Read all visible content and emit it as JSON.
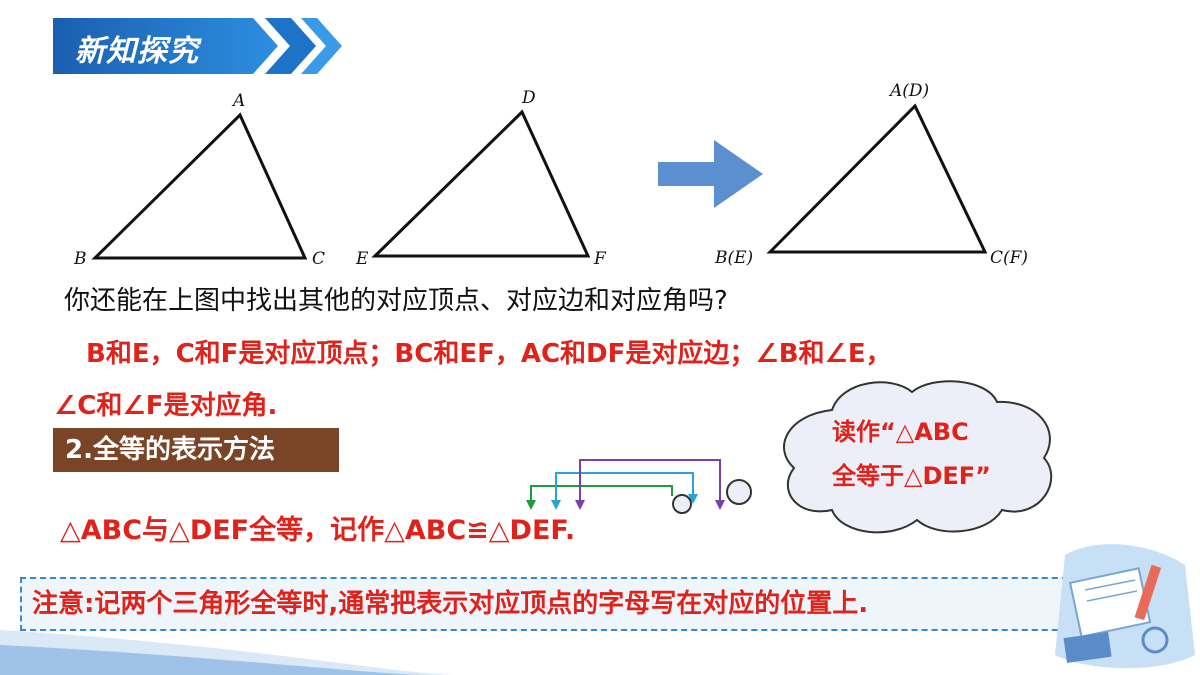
{
  "banner": {
    "title": "新知探究",
    "color": "#1d73c8"
  },
  "figure": {
    "triangle1": {
      "top": "A",
      "left": "B",
      "right": "C"
    },
    "triangle2": {
      "top": "D",
      "left": "E",
      "right": "F"
    },
    "triangle3": {
      "top": "A(D)",
      "left": "B(E)",
      "right": "C(F)"
    },
    "arrow_color": "#5b8fd0"
  },
  "question": "你还能在上图中找出其他的对应顶点、对应边和对应角吗?",
  "answer": {
    "line1": "B和E，C和F是对应顶点；BC和EF，AC和DF是对应边；∠B和∠E，",
    "line2": "∠C和∠F是对应角."
  },
  "section_title": "2.全等的表示方法",
  "notation": "△ABC与△DEF全等，记作△ABC≌△DEF.",
  "cloud": {
    "line1": "读作“△ABC",
    "line2": "全等于△DEF”"
  },
  "note": "注意:记两个三角形全等时,通常把表示对应顶点的字母写在对应的位置上.",
  "colors": {
    "red_text": "#e0221b",
    "note_border": "#3a86c8",
    "section_bg": "#7a4527"
  }
}
